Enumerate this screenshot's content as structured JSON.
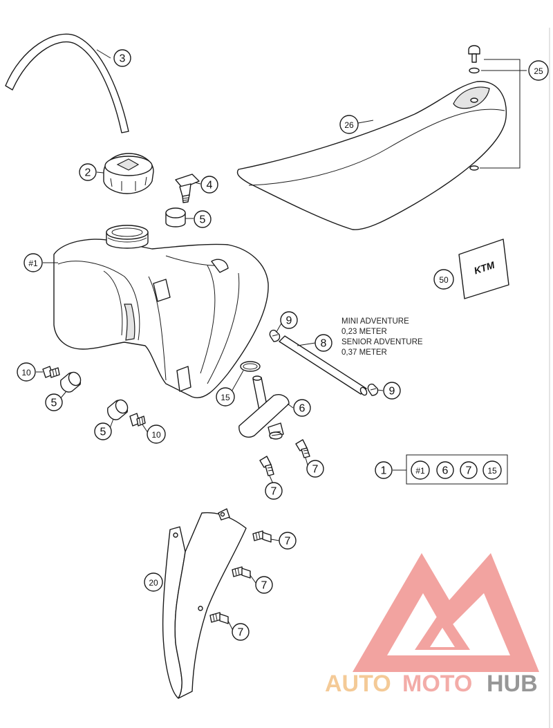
{
  "callouts": {
    "c3": "3",
    "c2": "2",
    "c4": "4",
    "c5a": "5",
    "c26": "26",
    "c25": "25",
    "c1h": "#1",
    "c50": "50",
    "c9a": "9",
    "c8": "8",
    "c9b": "9",
    "c10a": "10",
    "c5b": "5",
    "c15": "15",
    "c6": "6",
    "c5c": "5",
    "c10b": "10",
    "c7a": "7",
    "c7b": "7",
    "c1": "1",
    "k1": "#1",
    "k6": "6",
    "k7": "7",
    "k15": "15",
    "c7c": "7",
    "c20": "20",
    "c7d": "7",
    "c7e": "7"
  },
  "hose_note": {
    "line1": "MINI ADVENTURE",
    "line2": "0,23 METER",
    "line3": "SENIOR ADVENTURE",
    "line4": "0,37 METER"
  },
  "watermark": {
    "auto": "AUTO",
    "moto": "MOTO",
    "hub": "HUB",
    "colors": {
      "auto": "#f3c58c",
      "moto": "#f2a49f",
      "hub": "#8c8c8c",
      "logo": "#f19a96"
    }
  }
}
